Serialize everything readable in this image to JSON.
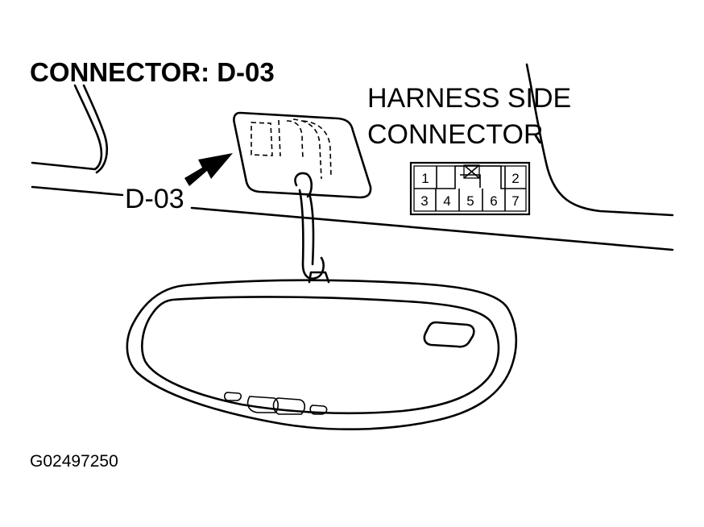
{
  "title": "CONNECTOR: D-03",
  "harness_label": [
    "HARNESS SIDE",
    "CONNECTOR"
  ],
  "callout_label": "D-03",
  "pins": [
    "1",
    "2",
    "3",
    "4",
    "5",
    "6",
    "7"
  ],
  "figure_id": "G02497250",
  "colors": {
    "ink": "#000000",
    "paper": "#ffffff"
  }
}
